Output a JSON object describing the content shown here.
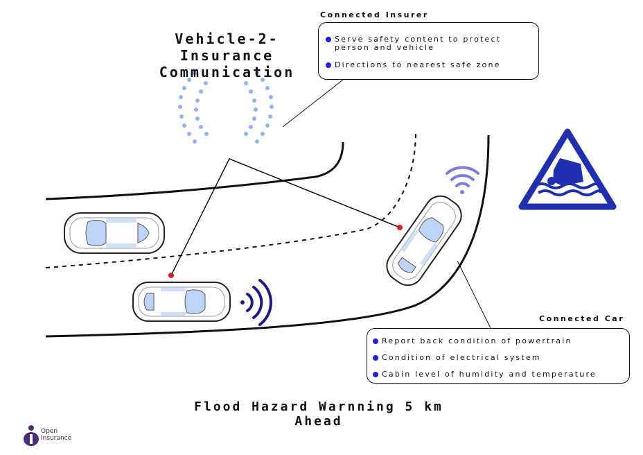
{
  "diagram": {
    "title_line1": "Vehicle-2-Insurance",
    "title_line2": "Communication",
    "insurer": {
      "label": "Connected Insurer",
      "items": [
        "Serve safety content to protect person and vehicle",
        "Directions to nearest safe zone"
      ]
    },
    "car": {
      "label": "Connected Car",
      "items": [
        "Report back condition of powertrain",
        "Condition of electrical system",
        "Cabin level of humidity and temperature"
      ]
    },
    "footer": "Flood Hazard Warnning 5 km Ahead",
    "logo": {
      "line1": "Open",
      "line2": "Insurance"
    },
    "colors": {
      "bullet": "#1a22e0",
      "wave_light": "#8fb4f5",
      "wave_dark": "#1a1a8c",
      "wave_purple": "#7b7ed6",
      "sign_blue": "#1f2fb0",
      "node_red": "#e02020",
      "logo_purple": "#4a2c7a"
    },
    "icons": [
      "wifi-signal-icon",
      "flood-warning-sign-icon",
      "open-insurance-logo-icon"
    ]
  }
}
